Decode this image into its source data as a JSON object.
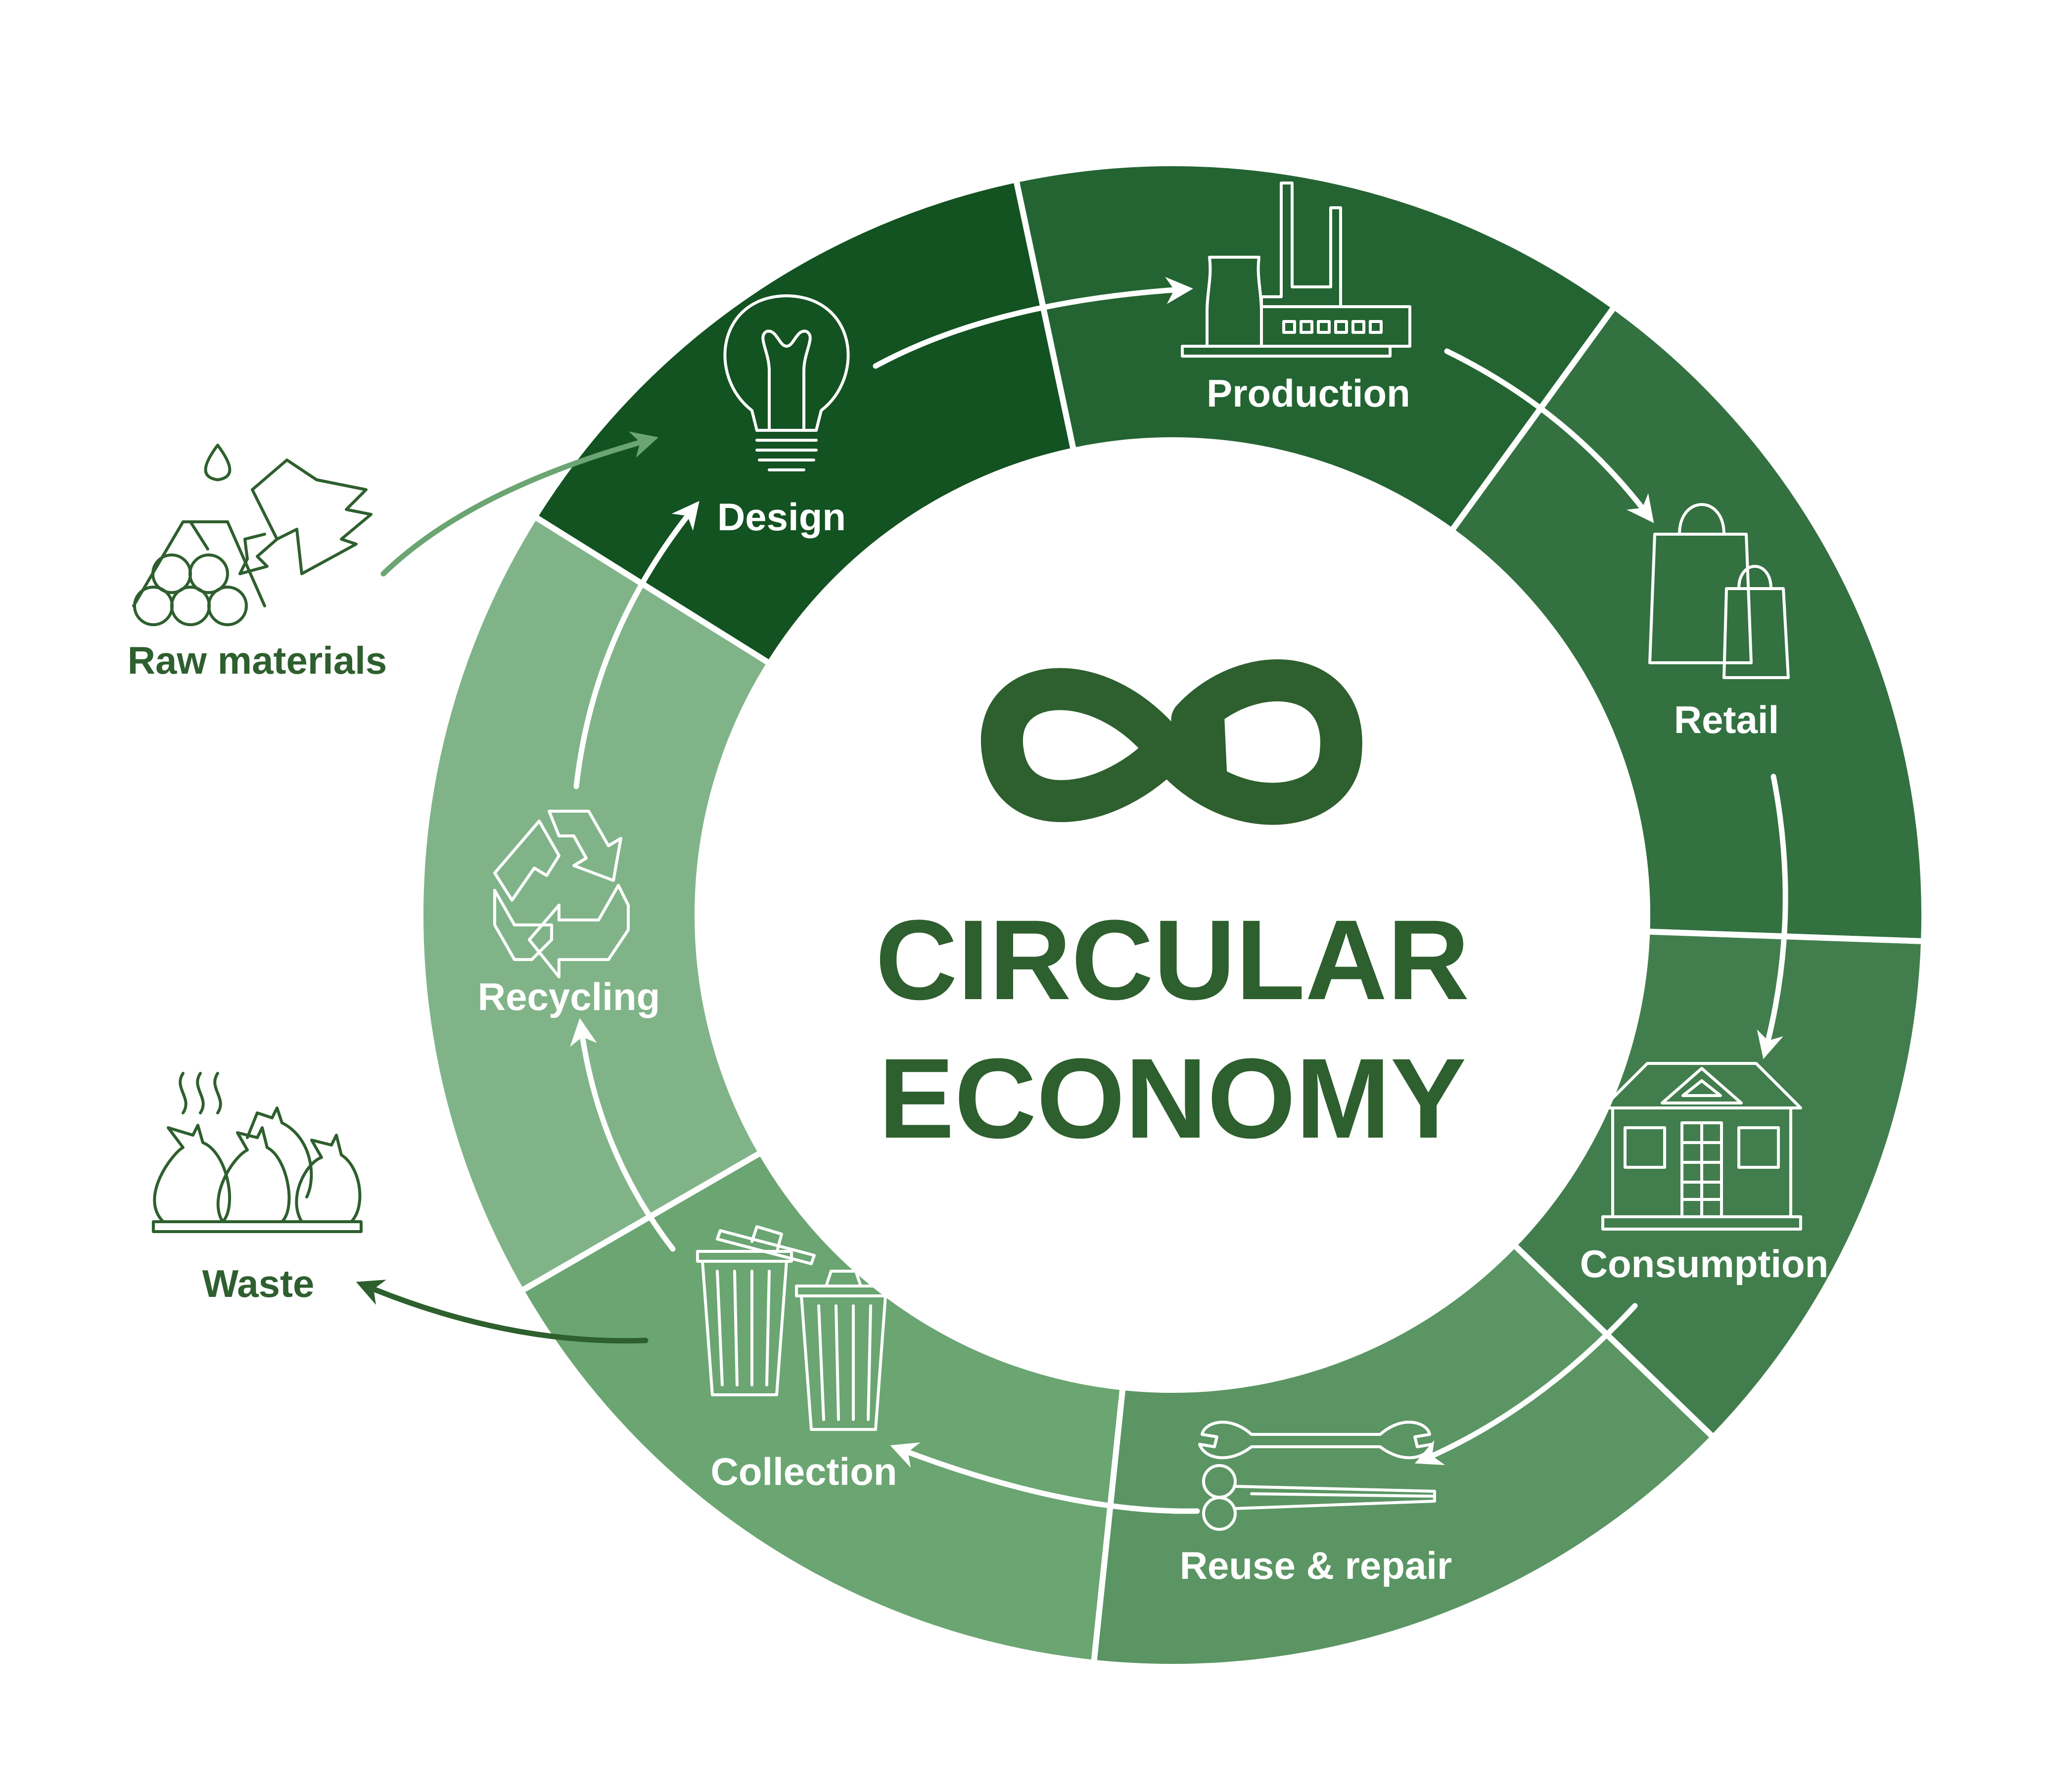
{
  "title": {
    "line1": "CIRCULAR",
    "line2": "ECONOMY"
  },
  "stages": [
    {
      "key": "design",
      "label": "Design",
      "icon": "lightbulb-icon",
      "color": "#135221"
    },
    {
      "key": "production",
      "label": "Production",
      "icon": "factory-icon",
      "color": "#246432"
    },
    {
      "key": "retail",
      "label": "Retail",
      "icon": "shopping-bags-icon",
      "color": "#337140"
    },
    {
      "key": "consumption",
      "label": "Consumption",
      "icon": "house-icon",
      "color": "#427e4d"
    },
    {
      "key": "reuse",
      "label": "Reuse & repair",
      "icon": "tools-icon",
      "color": "#5a9563"
    },
    {
      "key": "collection",
      "label": "Collection",
      "icon": "trash-bins-icon",
      "color": "#6aa572"
    },
    {
      "key": "recycling",
      "label": "Recycling",
      "icon": "recycle-icon",
      "color": "#80b488"
    }
  ],
  "external": {
    "raw_materials": {
      "label": "Raw materials",
      "icon": "raw-materials-icon"
    },
    "waste": {
      "label": "Waste",
      "icon": "garbage-bags-icon"
    }
  },
  "center_icon": "infinity-recycle-icon",
  "text_color": "#2e5f2e"
}
